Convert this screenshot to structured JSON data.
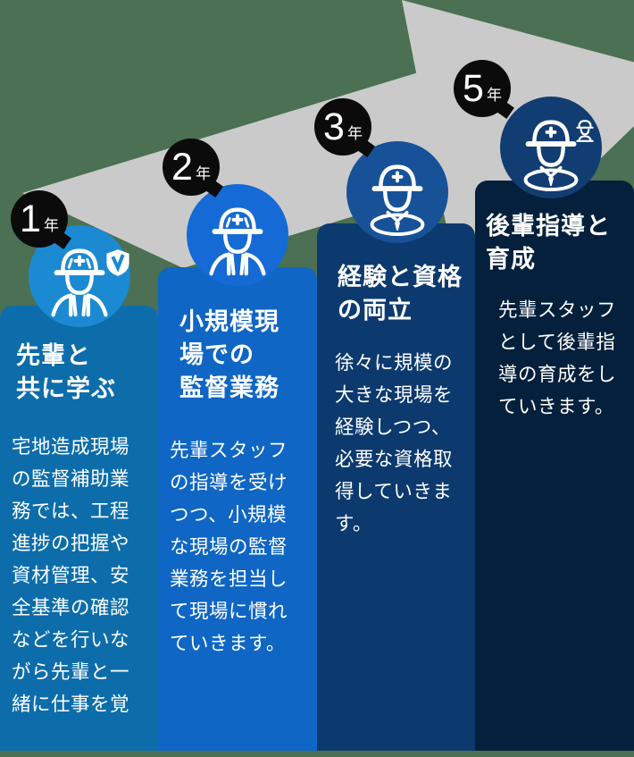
{
  "page": {
    "background_color": "#4b7053",
    "arrow_color": "#cacaca",
    "badge_color": "#0b0b0b"
  },
  "stages": [
    {
      "year": "1",
      "year_unit": "年",
      "column_color": "#0d6dab",
      "circle_color": "#1b8ad2",
      "title_lines": [
        "先輩と",
        "共に学ぶ"
      ],
      "body": "宅地造成現場の監督補助業務では、工程進捗の把握や資材管理、安全基準の確認などを行いながら先輩と一緒に仕事を覚",
      "icon": "worker-helmet-straps-icon",
      "extra_icon": "shield-icon"
    },
    {
      "year": "2",
      "year_unit": "年",
      "column_color": "#0f66c4",
      "circle_color": "#156ad5",
      "title_lines": [
        "小規模現",
        "場での",
        "監督業務"
      ],
      "body": "先輩スタッフの指導を受けつつ、小規模な現場の監督業務を担当して現場に慣れていきます。",
      "icon": "worker-helmet-straps-icon",
      "extra_icon": ""
    },
    {
      "year": "3",
      "year_unit": "年",
      "column_color": "#0d3a6e",
      "circle_color": "#175299",
      "title_lines": [
        "経験と資格",
        "の両立"
      ],
      "body": "徐々に規模の大きな現場を経験しつつ、必要な資格取得していきます。",
      "icon": "worker-helmet-collar-icon",
      "extra_icon": ""
    },
    {
      "year": "5",
      "year_unit": "年",
      "column_color": "#05203c",
      "circle_color": "#123d72",
      "title_lines": [
        "後輩指導と",
        "育成"
      ],
      "body": "先輩スタッフとして後輩指導の育成をしていきます。",
      "icon": "worker-helmet-collar-icon",
      "extra_icon": "junior-worker-icon"
    }
  ]
}
